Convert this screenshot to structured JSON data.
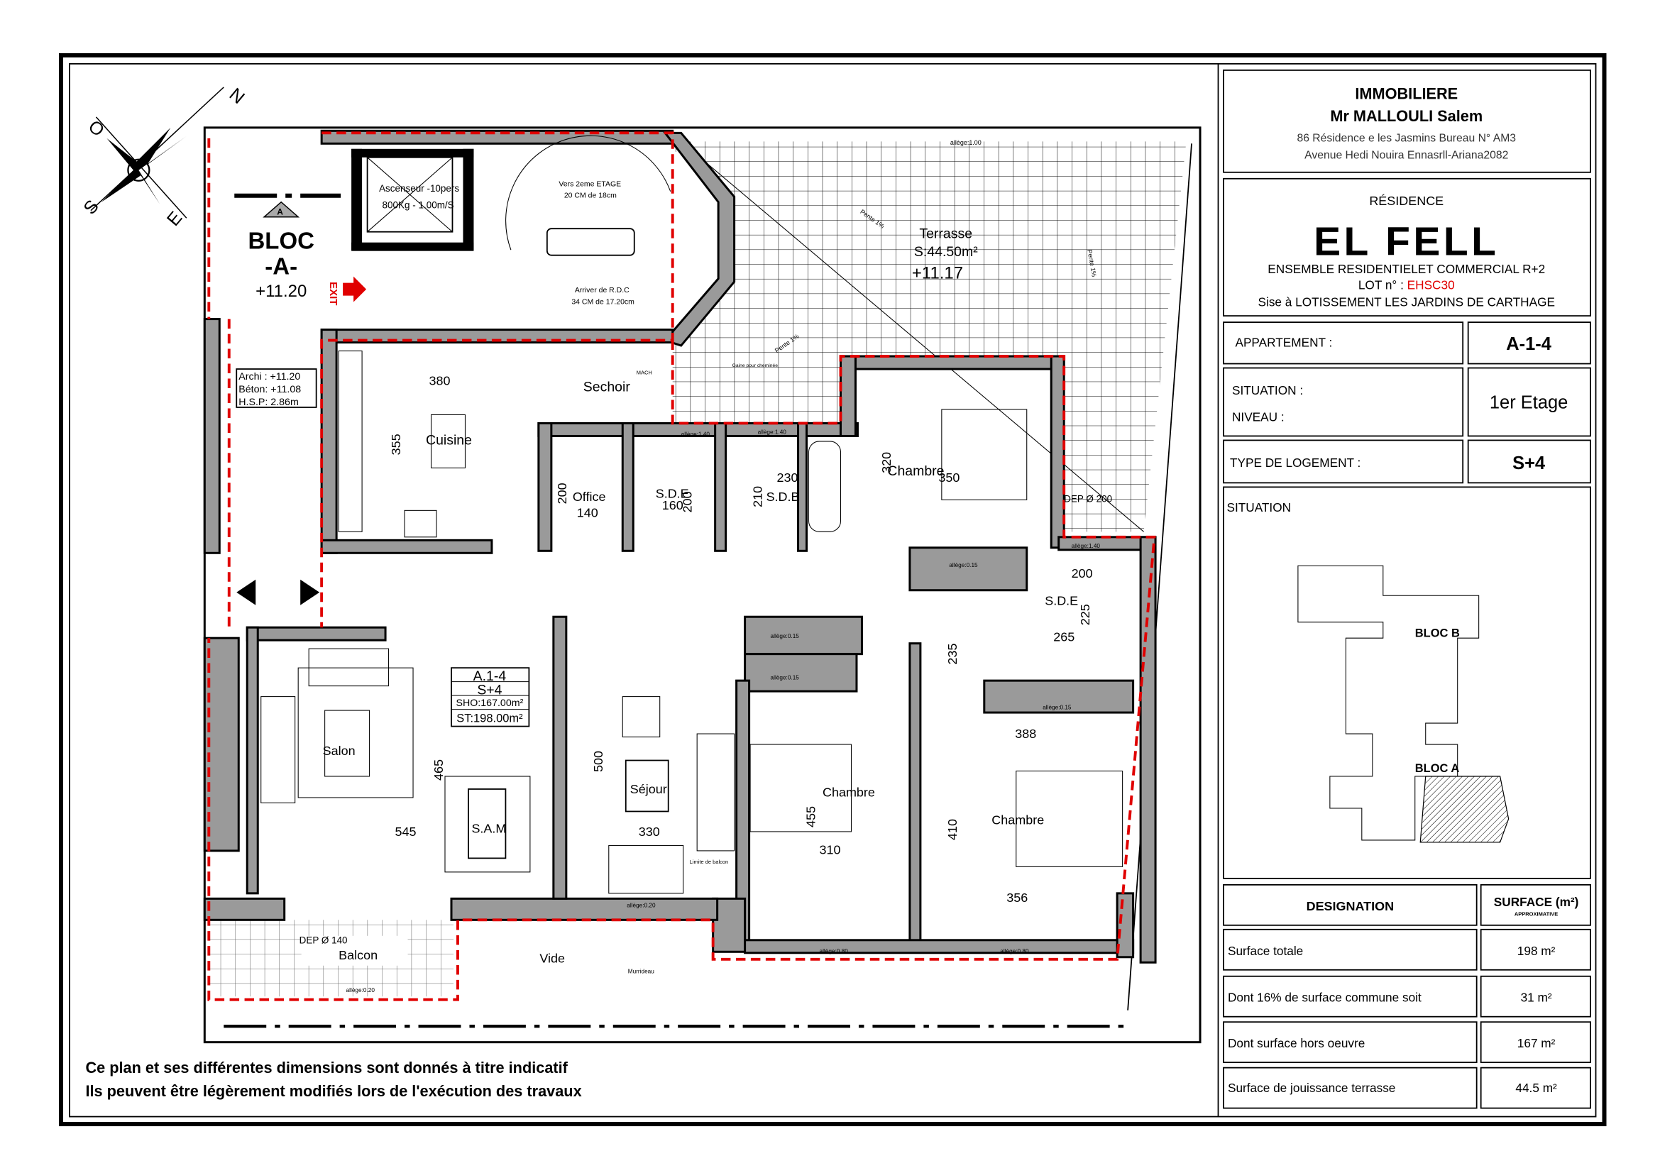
{
  "colors": {
    "accent_red": "#e00000",
    "wall_gray": "#9a9a9a",
    "line": "#000000"
  },
  "compass": {
    "n": "N",
    "o": "O",
    "s": "S",
    "e": "E"
  },
  "title_block": {
    "company": "IMMOBILIERE",
    "owner": "Mr MALLOULI Salem",
    "address1": "86  Résidence e les Jasmins Bureau N° AM3",
    "address2": "Avenue Hedi Nouira Ennasrll-Ariana2082",
    "residence_label": "RÉSIDENCE",
    "residence_name": "EL FELL",
    "project_desc": "ENSEMBLE RESIDENTIELET COMMERCIAL  R+2",
    "lot_label": "LOT n° :",
    "lot_code": "EHSC30",
    "location": "Sise à  LOTISSEMENT  LES JARDINS DE CARTHAGE",
    "apartment_label": "APPARTEMENT :",
    "apartment_value": "A-1-4",
    "situation_label": "SITUATION :",
    "niveau_label": "NIVEAU :",
    "niveau_value": "1er Etage",
    "type_label": "TYPE DE LOGEMENT :",
    "type_value": "S+4",
    "situation_map": {
      "title": "SITUATION",
      "bloc_b": "BLOC B",
      "bloc_a": "BLOC A"
    },
    "surface_table": {
      "header_designation": "DESIGNATION",
      "header_surface": "SURFACE (m²)",
      "header_sub": "APPROXIMATIVE",
      "rows": [
        {
          "label": "Surface totale",
          "value": "198 m²"
        },
        {
          "label": "Dont 16% de surface commune soit",
          "value": "31 m²"
        },
        {
          "label": "Dont surface hors oeuvre",
          "value": "167 m²"
        },
        {
          "label": "Surface de jouissance terrasse",
          "value": "44.5 m²"
        }
      ]
    }
  },
  "plan": {
    "bloc": {
      "line1": "BLOC",
      "line2": "-A-",
      "level": "+11.20",
      "marker": "A"
    },
    "elevator": {
      "line1": "Ascenseur -10pers",
      "line2": "800Kg - 1.00m/S"
    },
    "stairs": {
      "up1": "Vers 2eme ETAGE",
      "up2": "20 CM de 18cm",
      "down1": "Arriver de R.D.C",
      "down2": "34 CM de 17.20cm"
    },
    "exit": "EXIT",
    "levels": {
      "archi": "Archi :  +11.20",
      "beton": "Béton:  +11.08",
      "hsp": "H.S.P:   2.86m"
    },
    "terrace": {
      "name": "Terrasse",
      "area": "S:44.50m²",
      "level": "+11.17",
      "allege": "allège:1.00",
      "slope": "Pente 1%",
      "gaine": "Gaine pour cheminée",
      "mach": "MACH"
    },
    "rooms": {
      "sechoir": "Sechoir",
      "cuisine": "Cuisine",
      "cuisine_w": "380",
      "cuisine_h": "355",
      "office": "Office",
      "office_w": "140",
      "office_h": "200",
      "sde1": "S.D.E",
      "sde1_w": "160",
      "sde1_h": "200",
      "sdb": "S.D.B",
      "sdb_w": "230",
      "sdb_h": "210",
      "chambre1": "Chambre",
      "chambre1_w": "350",
      "chambre1_h": "320",
      "dep200": "DEP Ø 200",
      "sde2": "S.D.E",
      "sde2_w": "200",
      "sde2_h": "225",
      "sde2_d": "265",
      "corridor_h": "235",
      "salon": "Salon",
      "salon_h": "465",
      "salon_w": "545",
      "sam": "S.A.M",
      "sejour": "Séjour",
      "sejour_h": "500",
      "sejour_w": "330",
      "chambre2": "Chambre",
      "chambre2_h": "455",
      "chambre2_w": "310",
      "chambre3": "Chambre",
      "chambre3_top": "388",
      "chambre3_h": "410",
      "chambre3_w": "356",
      "balcon": "Balcon",
      "dep140": "DEP Ø 140",
      "vide": "Vide",
      "murrideau": "Murrideau",
      "limite": "Limite de balcon"
    },
    "alleges": {
      "a140a": "allège:1.40",
      "a140b": "allège:1.40",
      "a140c": "allège:1.40",
      "a015a": "allège:0.15",
      "a015b": "allège:0.15",
      "a015c": "allège:0.15",
      "a015d": "allège:0.15",
      "a020a": "allège:0.20",
      "a020b": "allège:0.20",
      "a080a": "allège:0.80",
      "a080b": "allège:0.80"
    },
    "tag": {
      "apt": "A.1-4",
      "type": "S+4",
      "sho": "SHO:167.00m²",
      "st": "ST:198.00m²"
    }
  },
  "notes": {
    "line1": "Ce plan et ses différentes dimensions sont donnés à titre indicatif",
    "line2": "Ils peuvent être légèrement modifiés lors de l'exécution des travaux"
  }
}
